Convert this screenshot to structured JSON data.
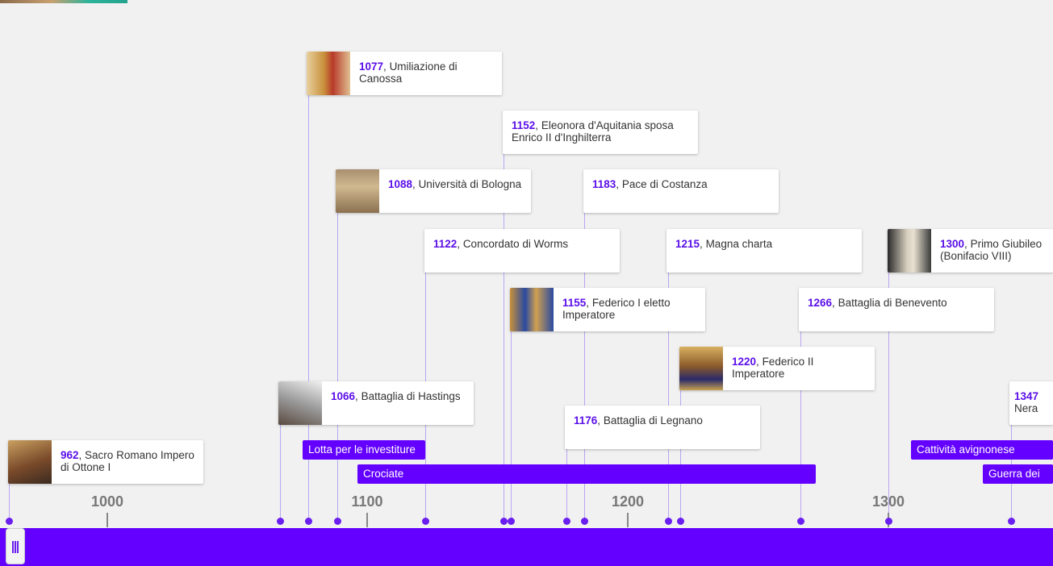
{
  "events": [
    {
      "year": "962",
      "title": "Sacro Romano Impero di Ottone I",
      "has_image": true,
      "img_colors": [
        "#5a3a28",
        "#c9a060"
      ]
    },
    {
      "year": "1066",
      "title": "Battaglia di Hastings",
      "has_image": true,
      "img_colors": [
        "#e8e8e8",
        "#6a6a6a"
      ]
    },
    {
      "year": "1077",
      "title": "Umiliazione di Canossa",
      "has_image": true,
      "img_colors": [
        "#d8b070",
        "#b83a2a"
      ]
    },
    {
      "year": "1088",
      "title": "Università di Bologna",
      "has_image": true,
      "img_colors": [
        "#c8b08a",
        "#8a7050"
      ]
    },
    {
      "year": "1122",
      "title": "Concordato di Worms",
      "has_image": false
    },
    {
      "year": "1152",
      "title": "Eleonora d'Aquitania sposa Enrico II d'Inghilterra",
      "has_image": false
    },
    {
      "year": "1155",
      "title": "Federico I eletto Imperatore",
      "has_image": true,
      "img_colors": [
        "#2a4aa0",
        "#c8903a"
      ]
    },
    {
      "year": "1176",
      "title": "Battaglia di Legnano",
      "has_image": false
    },
    {
      "year": "1183",
      "title": "Pace di Costanza",
      "has_image": false
    },
    {
      "year": "1215",
      "title": "Magna charta",
      "has_image": false
    },
    {
      "year": "1220",
      "title": "Federico II Imperatore",
      "has_image": true,
      "img_colors": [
        "#c8a050",
        "#2a2a6a"
      ]
    },
    {
      "year": "1266",
      "title": "Battaglia di Benevento",
      "has_image": false
    },
    {
      "year": "1300",
      "title": "Primo Giubileo (Bonifacio VIII)",
      "has_image": true,
      "img_colors": [
        "#3a3a3a",
        "#d8d0c0"
      ]
    },
    {
      "year": "1347",
      "title": "Nera",
      "has_image": false
    }
  ],
  "eras": [
    {
      "label": "Lotta per le investiture"
    },
    {
      "label": "Crociate"
    },
    {
      "label": "Cattività avignonese"
    },
    {
      "label": "Guerra dei"
    }
  ],
  "axis": {
    "labels": [
      "1000",
      "1100",
      "1200",
      "1300"
    ]
  },
  "colors": {
    "accent": "#6300ff",
    "year_text": "#5b10e8",
    "stem": "#b9a6f2",
    "background": "#f1f1f1"
  }
}
